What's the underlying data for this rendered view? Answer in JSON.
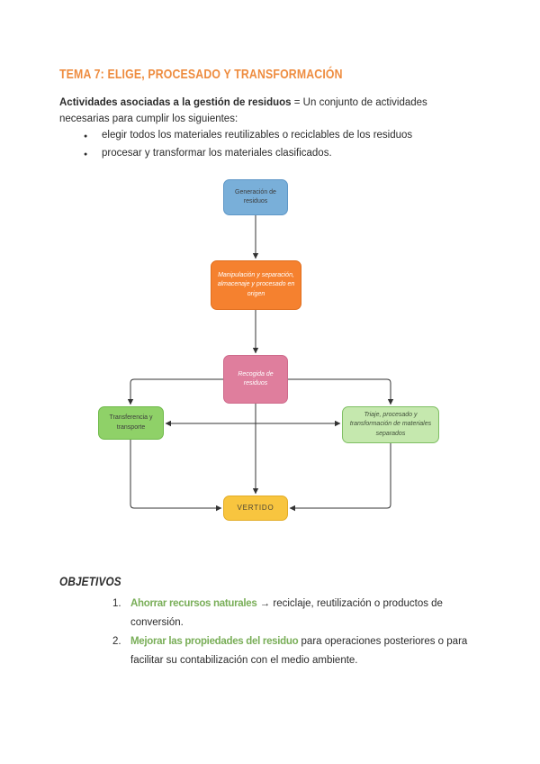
{
  "page": {
    "title": "TEMA 7: ELIGE, PROCESADO Y TRANSFORMACIÓN",
    "title_color": "#EE8C3F",
    "background": "#FFFFFF"
  },
  "intro": {
    "lead_bold": "Actividades asociadas a la gestión de residuos",
    "lead_rest": " = Un conjunto de actividades necesarias para cumplir los siguientes:",
    "bullets": [
      "elegir todos los materiales reutilizables o reciclables de los residuos",
      "procesar y transformar los materiales clasificados."
    ]
  },
  "diagram": {
    "line_color": "#333333",
    "nodes": [
      {
        "id": "generacion",
        "label": "Generación de residuos",
        "fill": "#79AFD9",
        "border": "#5E97C7"
      },
      {
        "id": "manipulacion",
        "label": "Manipulación y separación, almacenaje y procesado en origen",
        "fill": "#F5812F",
        "border": "#E06E1D"
      },
      {
        "id": "recogida",
        "label": "Recogida de residuos",
        "fill": "#DF7E9D",
        "border": "#CE6A8B"
      },
      {
        "id": "transferencia",
        "label": "Transferencia y transporte",
        "fill": "#8FD168",
        "border": "#6FBA4A"
      },
      {
        "id": "triaje",
        "label": "Triaje, procesado y transformación de materiales separados",
        "fill": "#C5E8AE",
        "border": "#7FBF63"
      },
      {
        "id": "vertido",
        "label": "VERTIDO",
        "fill": "#F8C53F",
        "border": "#E3AC25"
      }
    ],
    "edges": [
      {
        "from": "generacion",
        "to": "manipulacion"
      },
      {
        "from": "manipulacion",
        "to": "recogida"
      },
      {
        "from": "recogida",
        "to": "transferencia"
      },
      {
        "from": "recogida",
        "to": "triaje"
      },
      {
        "from": "transferencia",
        "to": "triaje",
        "bidirectional": true
      },
      {
        "from": "recogida",
        "to": "vertido"
      },
      {
        "from": "transferencia",
        "to": "vertido"
      },
      {
        "from": "triaje",
        "to": "vertido"
      }
    ]
  },
  "objetivos": {
    "heading": "OBJETIVOS",
    "highlight_color": "#79AE58",
    "items": [
      {
        "number": "1.",
        "highlight": "Ahorrar recursos naturales",
        "rest": " → reciclaje, reutilización o productos de conversión."
      },
      {
        "number": "2.",
        "highlight": "Mejorar las propiedades del residuo",
        "rest": " para operaciones posteriores o para facilitar su contabilización con el medio ambiente."
      }
    ]
  }
}
